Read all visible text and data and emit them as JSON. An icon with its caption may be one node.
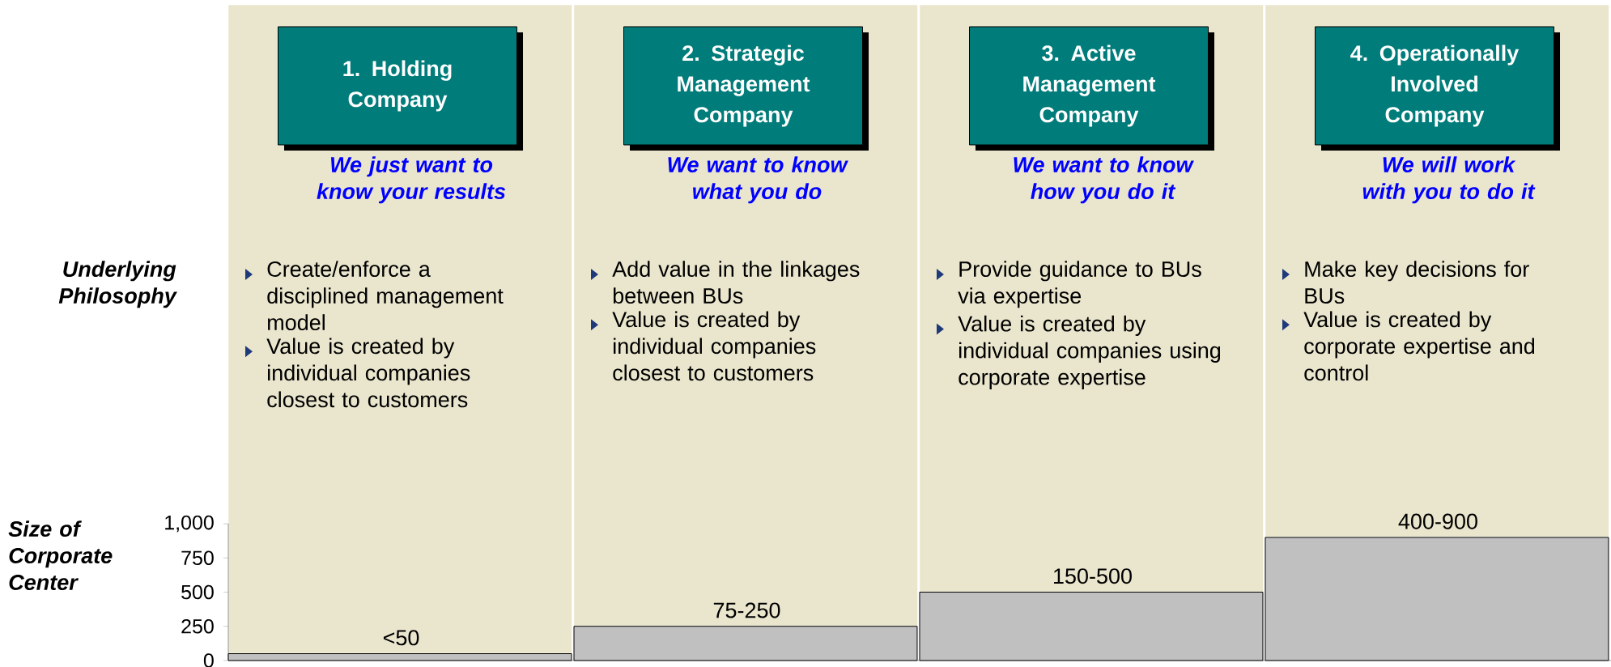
{
  "diagram": {
    "nodes": [
      {
        "text": [
          "We just want to know your results",
          "Create/enforce a disciplined management model",
          "Value is created by individual companies closest to customers"
        ]
      },
      {
        "text": [
          "1. Holding Company"
        ],
        "in": 0
      },
      {
        "text": [
          "We want to know what you do",
          "Add value in the linkages between BUs",
          "Value is created by individual companies closest to customers"
        ]
      },
      {
        "text": [
          "2. Strategic Management Company"
        ],
        "in": 2
      },
      {
        "text": [
          "We want to know how you do it",
          "Provide guidance to BUs via expertise",
          "Value is created by individual companies using corporate expertise"
        ]
      },
      {
        "text": [
          "3. Active Management Company"
        ],
        "in": 4
      },
      {
        "text": [
          "We will work with you to do it",
          "Make key decisions for BUs",
          "Value is created by corporate expertise and control"
        ]
      },
      {
        "text": [
          "4. Operationally Involved Company"
        ],
        "in": 6
      }
    ],
    "labels": [
      "Underlying Philosophy"
    ],
    "chart_data": {
      "type": "bar",
      "ylabel": "Size of Corporate Center",
      "series": [
        {
          "color": "#c0c0c0",
          "values": [
            50,
            250,
            500,
            900
          ]
        }
      ],
      "ylim": [
        0,
        1000
      ],
      "yticks": [
        0,
        250,
        500,
        750,
        {
          "value": 1000,
          "label": "1,000"
        }
      ],
      "value_labels": [
        "<50",
        "75-250",
        "150-500",
        "400-900"
      ]
    }
  }
}
